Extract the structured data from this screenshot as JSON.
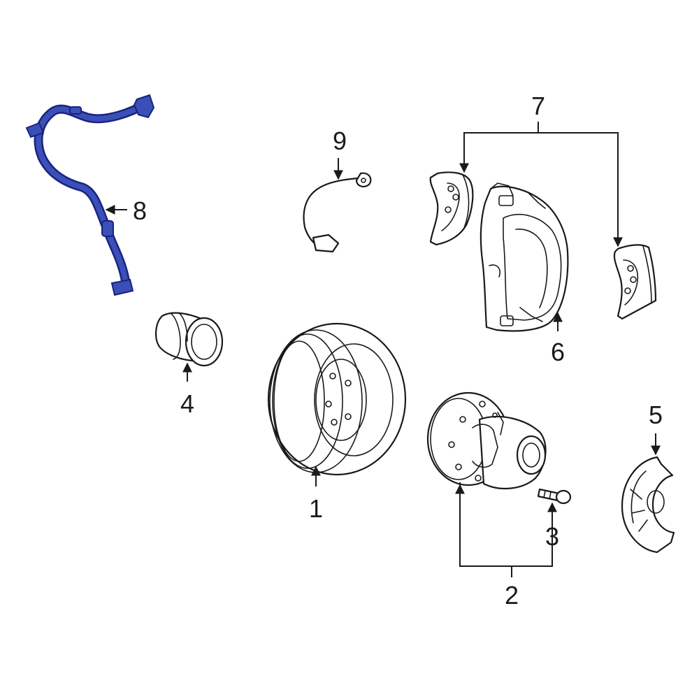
{
  "diagram": {
    "highlight_color": "#3a4fb8",
    "highlight_stroke": "#1a237e",
    "callouts": [
      {
        "id": "rotor",
        "label": "1"
      },
      {
        "id": "hub-assembly",
        "label": "2"
      },
      {
        "id": "wheel-stud",
        "label": "3"
      },
      {
        "id": "hub-cap",
        "label": "4"
      },
      {
        "id": "splash-shield",
        "label": "5"
      },
      {
        "id": "caliper",
        "label": "6"
      },
      {
        "id": "brake-pads",
        "label": "7"
      },
      {
        "id": "abs-sensor-wire",
        "label": "8"
      },
      {
        "id": "wear-sensor",
        "label": "9"
      }
    ]
  }
}
